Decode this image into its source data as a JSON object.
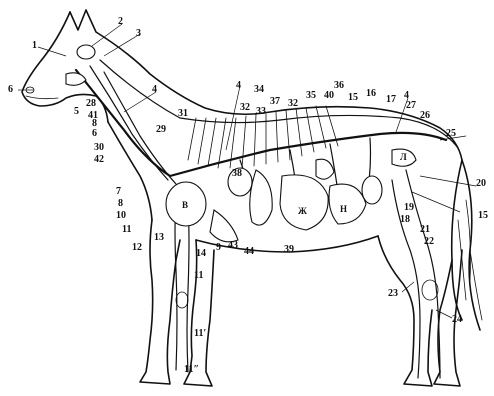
{
  "figure": {
    "labels": {
      "l1": "1",
      "l2": "2",
      "l3": "3",
      "l4a": "4",
      "l4b": "4",
      "l4c": "4",
      "l5": "5",
      "l6a": "6",
      "l6b": "6",
      "l7": "7",
      "l8a": "8",
      "l8b": "8",
      "l9": "9",
      "l10": "10",
      "l11a": "11",
      "l11b": "11",
      "l11c": "11′",
      "l11d": "11″",
      "l12": "12",
      "l13": "13",
      "l14": "14",
      "l15a": "15",
      "l15b": "15",
      "l16": "16",
      "l17": "17",
      "l18": "18",
      "l19": "19",
      "l20": "20",
      "l21": "21",
      "l22": "22",
      "l23": "23",
      "l24": "24",
      "l25": "25",
      "l26": "26",
      "l27": "27",
      "l28": "28",
      "l29": "29",
      "l30": "30",
      "l31": "31",
      "l32a": "32",
      "l32b": "32",
      "l33": "33",
      "l34": "34",
      "l35": "35",
      "l36": "36",
      "l37": "37",
      "l38": "38",
      "l39": "39",
      "l40": "40",
      "l41": "41",
      "l42": "42",
      "l43": "43",
      "l44": "44"
    },
    "organ_letters": {
      "heart": "В",
      "stomach": "Ж",
      "intestine": "Н",
      "bladder": "Л"
    }
  }
}
